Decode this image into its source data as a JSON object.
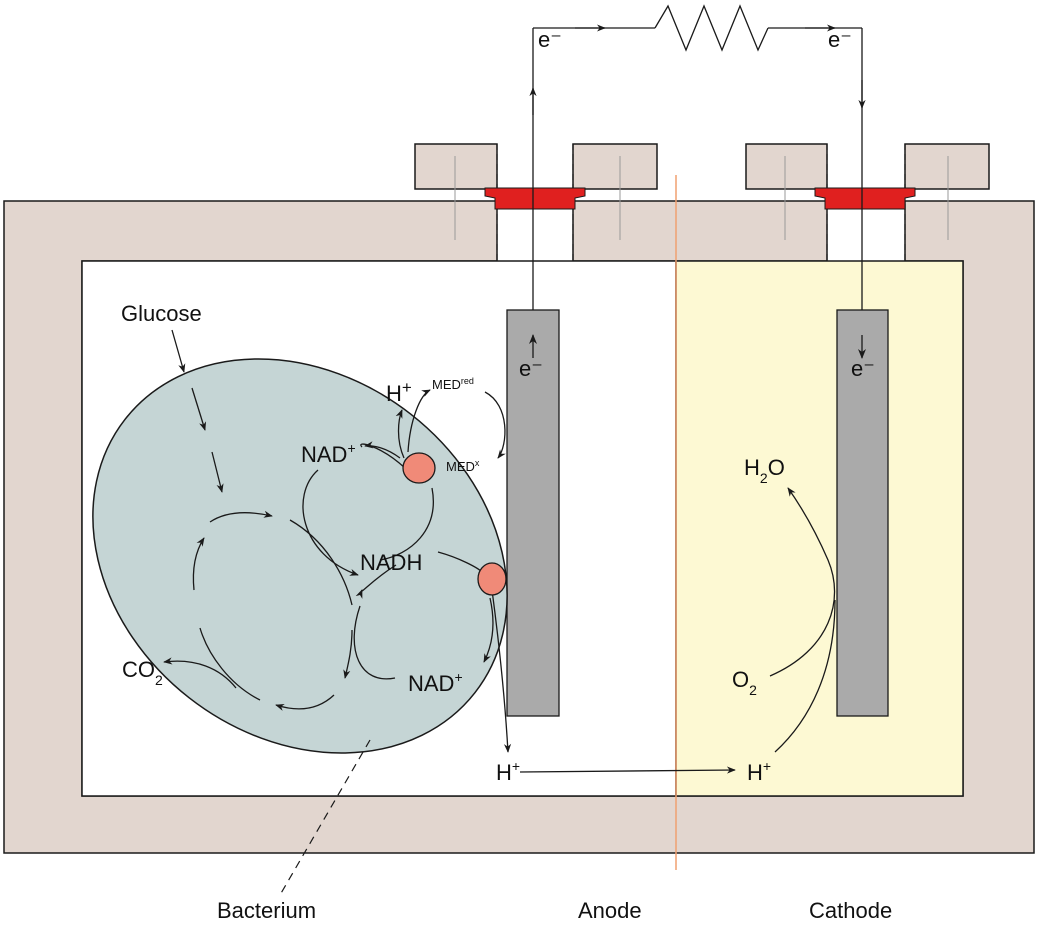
{
  "labels": {
    "glucose": "Glucose",
    "co2": "CO",
    "co2_sub": "2",
    "nad_top": "NAD",
    "nad_top_sup": "+",
    "nadh": "NADH",
    "nad_bottom": "NAD",
    "nad_bottom_sup": "+",
    "h_top": "H",
    "h_top_sup": "+",
    "med_red": "MED",
    "med_red_sup": "red",
    "med_ox": "MED",
    "med_ox_sup": "x",
    "e_anode_electrode": "e⁻",
    "e_cathode_electrode": "e⁻",
    "e_wire_left": "e⁻",
    "e_wire_right": "e⁻",
    "h2o": "H",
    "h2o_sub": "2",
    "h2o_tail": "O",
    "o2": "O",
    "o2_sub": "2",
    "h_proton_left": "H",
    "h_proton_left_sup": "+",
    "h_proton_right": "H",
    "h_proton_right_sup": "+",
    "bacterium": "Bacterium",
    "anode": "Anode",
    "cathode": "Cathode"
  },
  "colors": {
    "housing": "#e2d6cf",
    "cathode_chamber": "#fdf9d3",
    "bacterium_fill": "#c5d5d5",
    "electrode": "#aaaaaa",
    "seal": "#e0201f",
    "enzyme": "#f08a78",
    "membrane": "#f0a070",
    "stroke": "#1a1a1a"
  }
}
